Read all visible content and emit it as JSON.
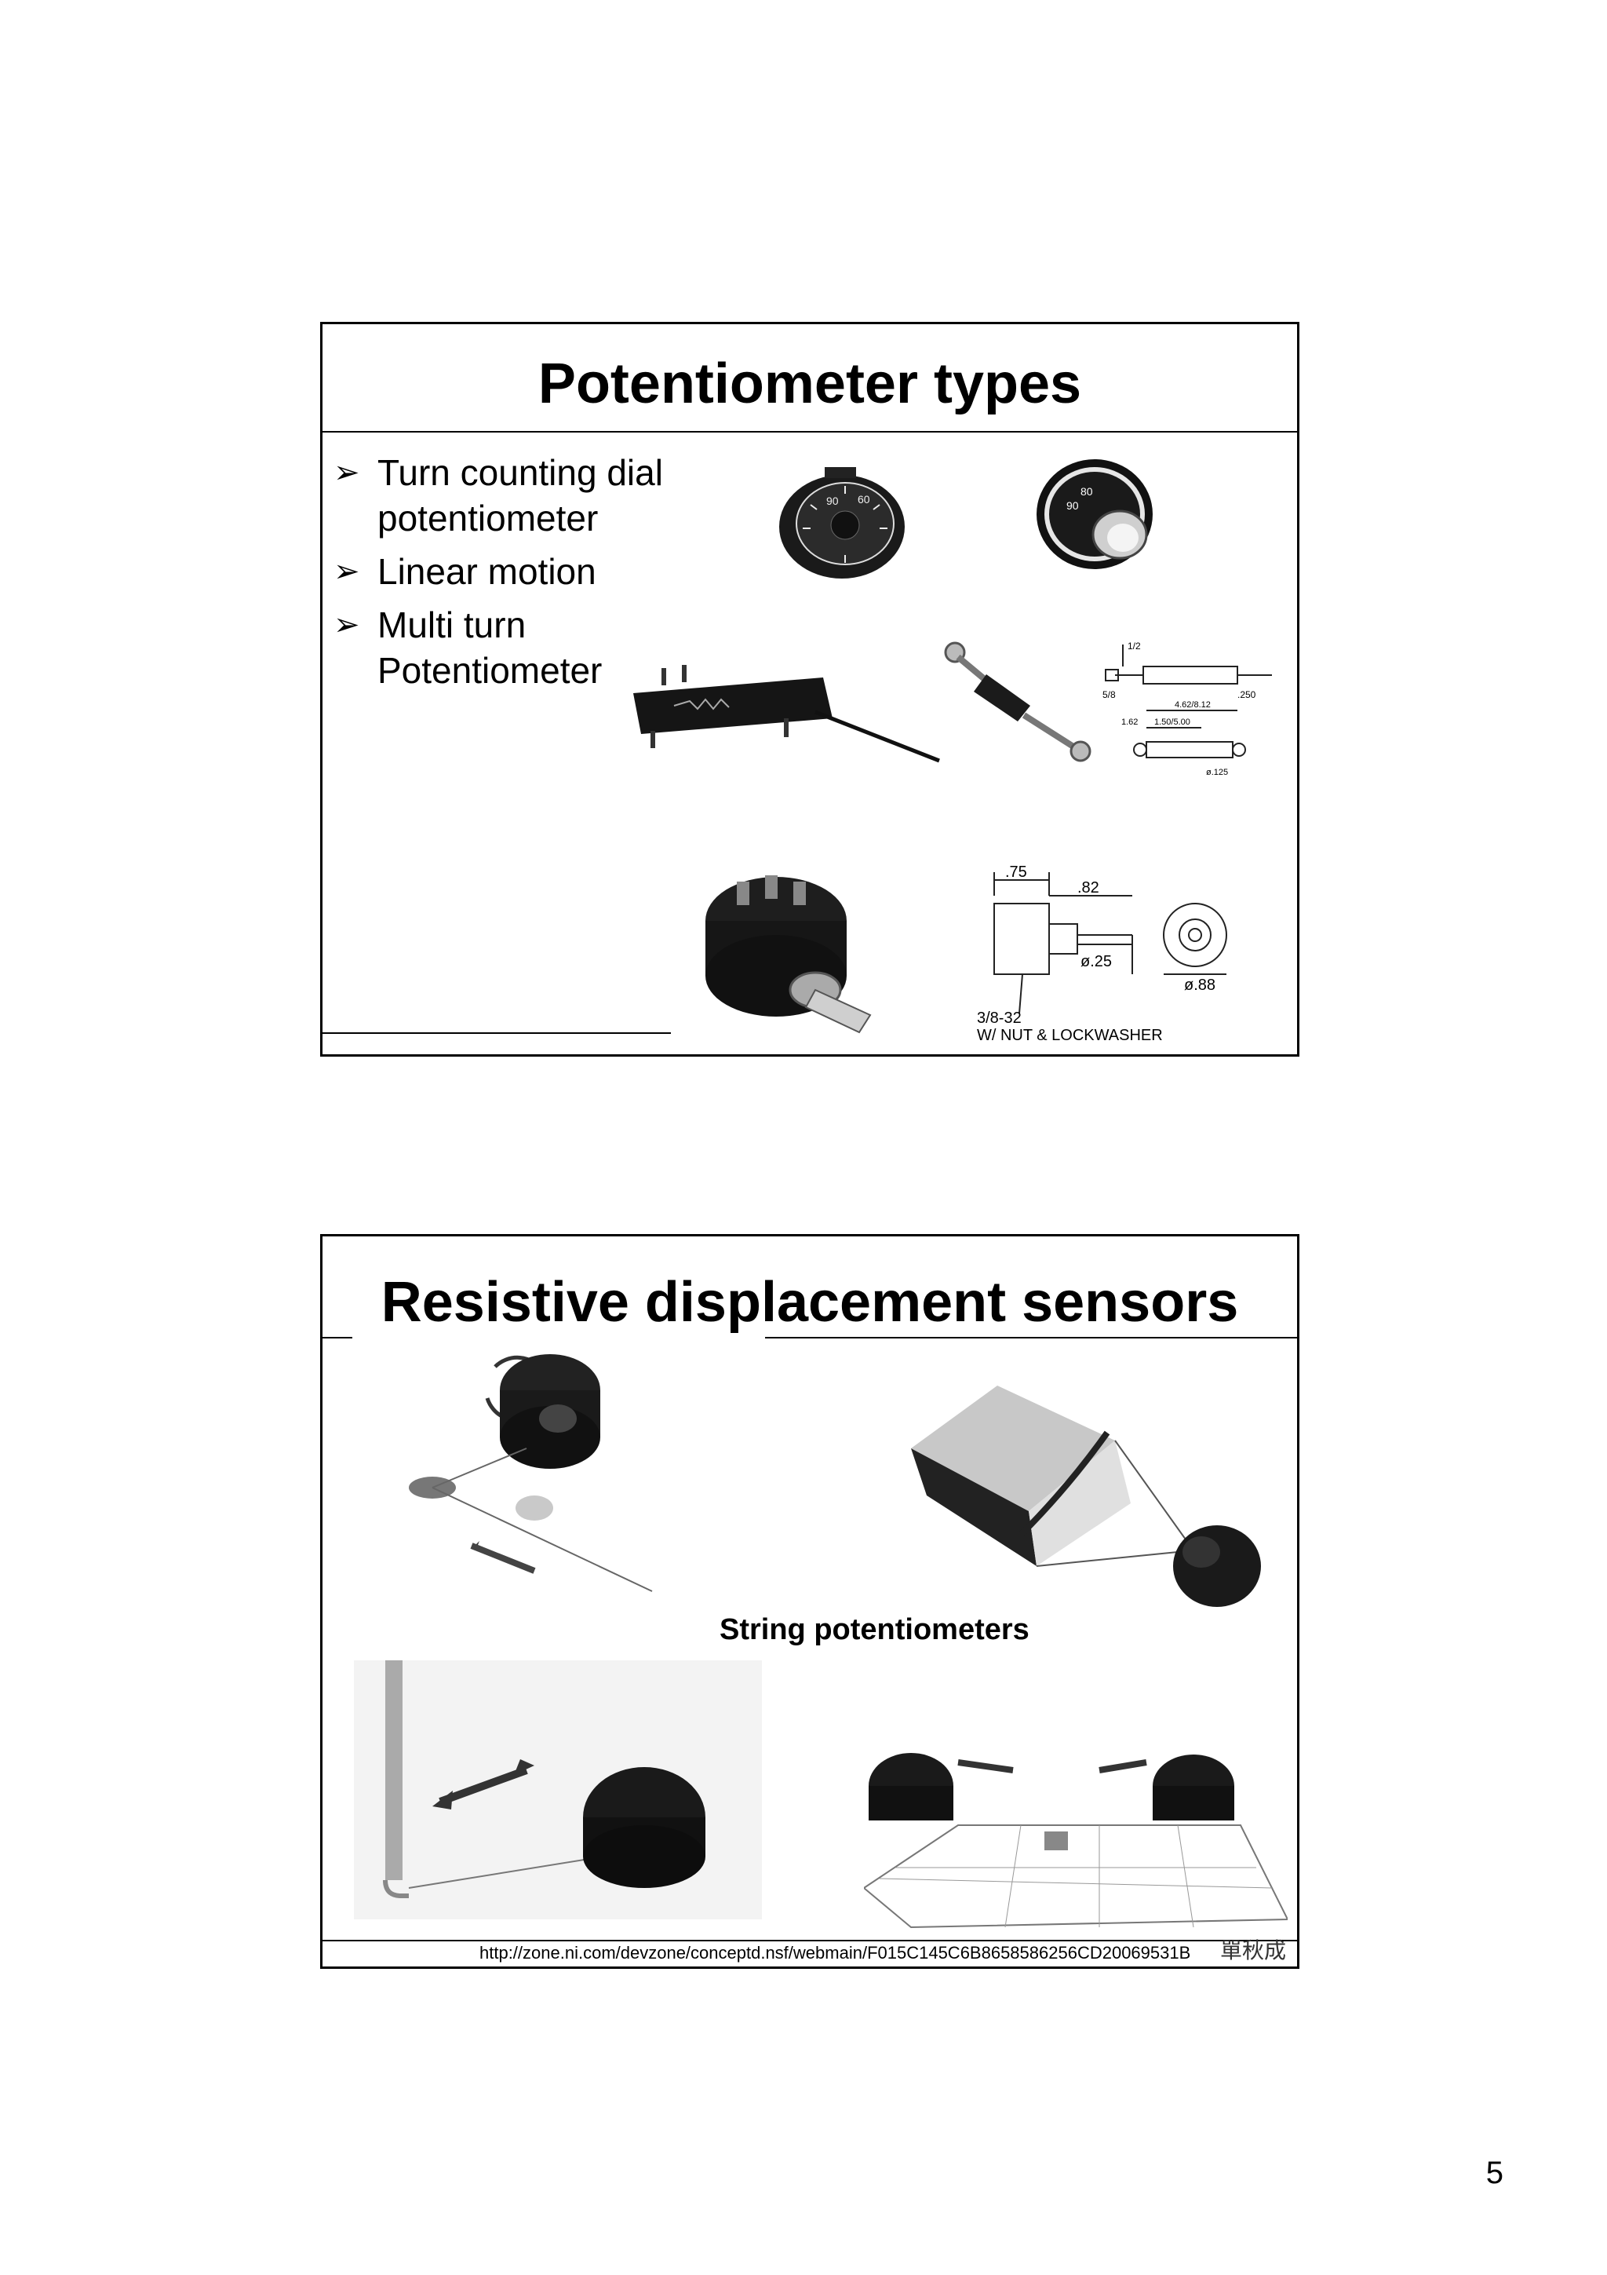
{
  "slides": [
    {
      "title": "Potentiometer types",
      "bullets": [
        "Turn counting dial potentiometer",
        "Linear motion",
        "Multi turn Potentiometer"
      ],
      "diagram_labels": {
        "d1": "1/2",
        "d2": "5/8",
        "d3": ".250",
        "d4": "4.62/8.12",
        "d5": "1.62",
        "d6": "1.50/5.00",
        "d7": "ø.125",
        "e1": ".75",
        "e2": ".82",
        "e3": "ø.25",
        "e4": "ø.88",
        "e5": "3/8-32",
        "e6": "W/ NUT & LOCKWASHER"
      }
    },
    {
      "title": "Resistive displacement sensors",
      "caption": "String potentiometers",
      "source_url": "http://zone.ni.com/devzone/conceptd.nsf/webmain/F015C145C6B8658586256CD20069531B",
      "author": "單秋成"
    }
  ],
  "page_number": "5"
}
